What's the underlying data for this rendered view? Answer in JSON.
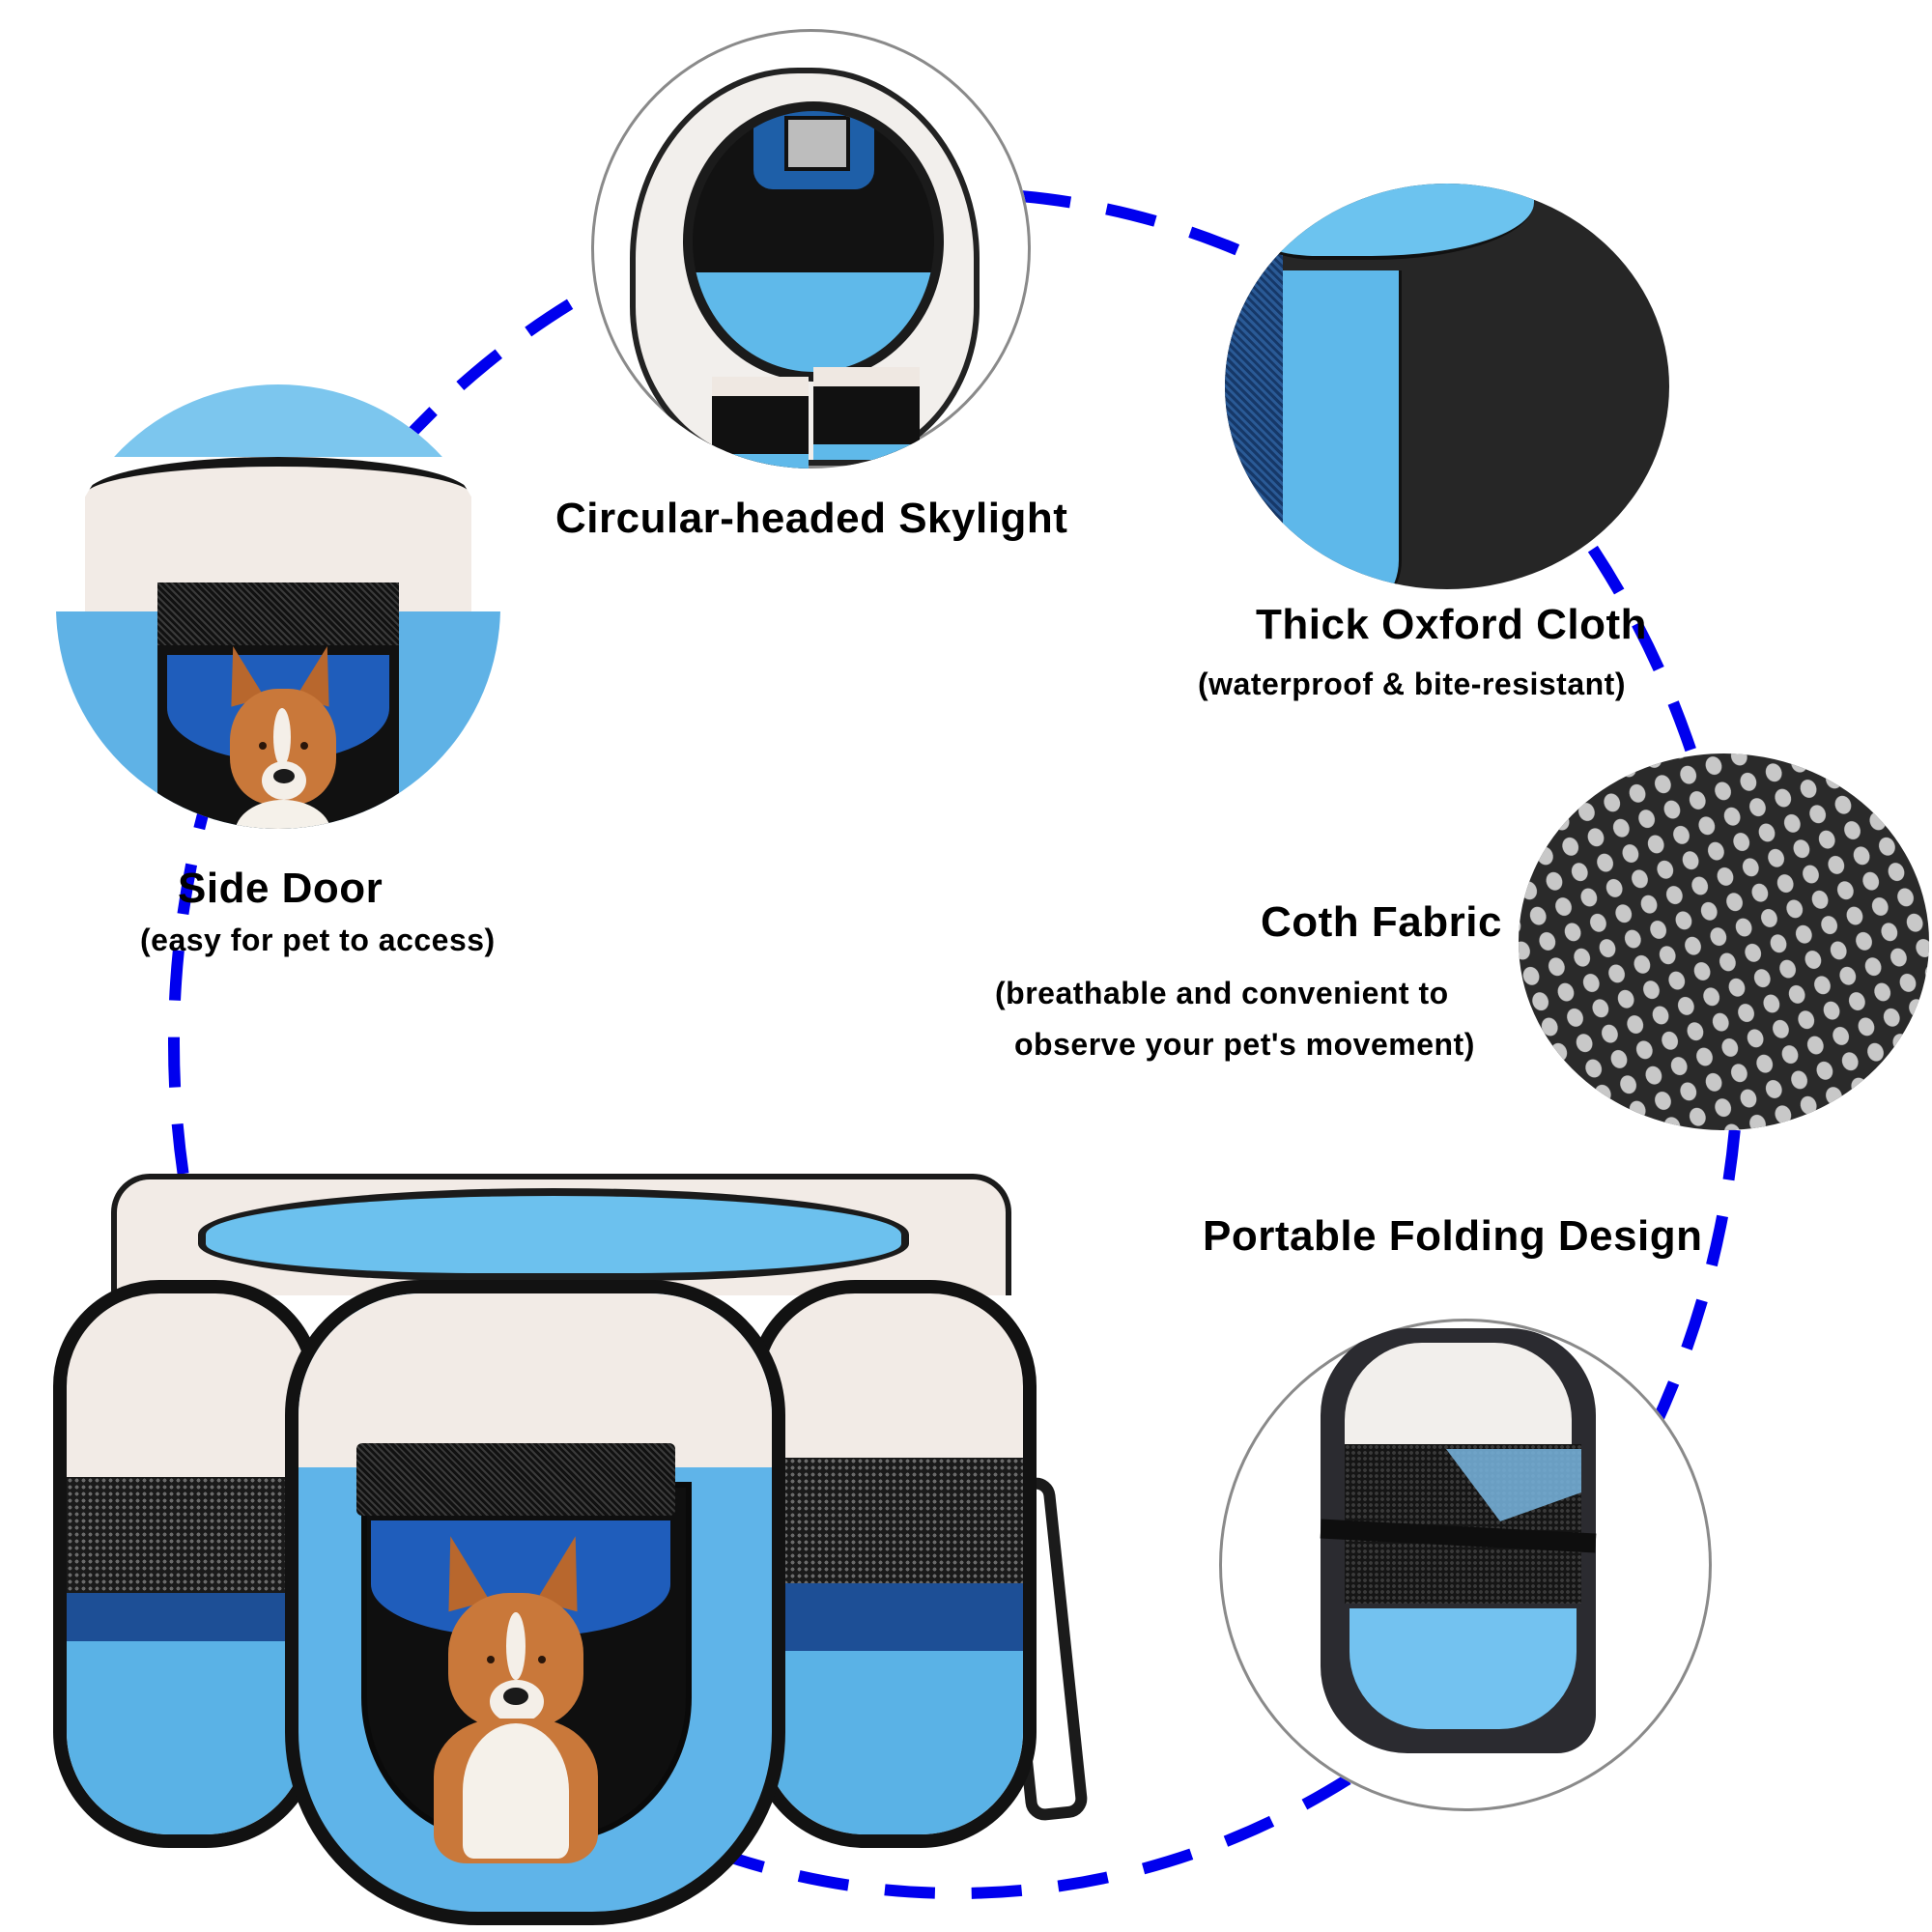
{
  "infographic": {
    "subject": "Portable octagon pet playpen",
    "accent_colors": {
      "dashed_path": "#0000ee",
      "light_blue_fabric": "#5fb4e9",
      "dark_blue_fabric": "#1f5dbb",
      "beige_fabric": "#f2ebe6",
      "black_trim": "#121212",
      "circle_outline": "#8a8a8a"
    },
    "features": [
      {
        "id": "skylight",
        "title": "Circular-headed Skylight",
        "subtitle": "",
        "image": "top-down-view-of-playpen-skylight"
      },
      {
        "id": "oxford",
        "title": "Thick Oxford Cloth",
        "subtitle": "(waterproof & bite-resistant)",
        "image": "close-up-black-oxford-panel"
      },
      {
        "id": "side-door",
        "title": "Side Door",
        "subtitle": "(easy for pet to access)",
        "image": "corgi-in-side-door"
      },
      {
        "id": "mesh",
        "title": "Coth Fabric",
        "subtitle_line1": "(breathable and convenient to",
        "subtitle_line2": "observe your pet's movement)",
        "image": "mesh-fabric-close-up"
      },
      {
        "id": "folding",
        "title": "Portable Folding Design",
        "subtitle": "",
        "image": "folded-playpen-with-strap"
      }
    ],
    "main_image": "corgi-sitting-in-octagon-playpen"
  }
}
